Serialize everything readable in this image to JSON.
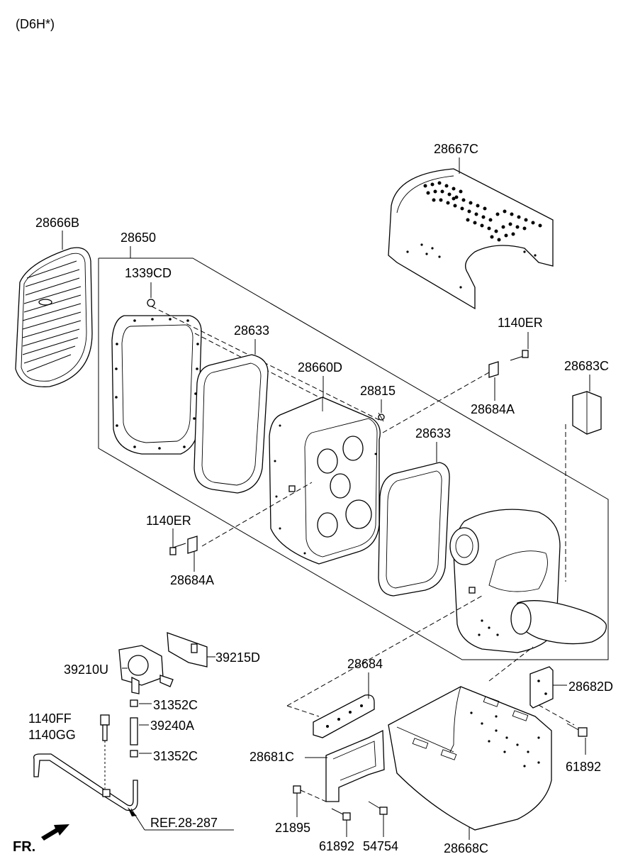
{
  "header": {
    "engine_code": "(D6H*)"
  },
  "labels": {
    "p28667C": "28667C",
    "p28666B": "28666B",
    "p28650": "28650",
    "p1339CD": "1339CD",
    "p28633a": "28633",
    "p28660D": "28660D",
    "p28815": "28815",
    "p1140ERa": "1140ER",
    "p28683C": "28683C",
    "p28684Aa": "28684A",
    "p28633b": "28633",
    "p1140ERb": "1140ER",
    "p28684Ab": "28684A",
    "p39215D": "39215D",
    "p39210U": "39210U",
    "p28684": "28684",
    "p28682D": "28682D",
    "p31352Ca": "31352C",
    "p1140FF": "1140FF",
    "p1140GG": "1140GG",
    "p39240A": "39240A",
    "p31352Cb": "31352C",
    "p61892a": "61892",
    "p28681C": "28681C",
    "p21895": "21895",
    "p61892b": "61892",
    "p54754": "54754",
    "p28668C": "28668C",
    "ref": "REF.28-287"
  },
  "direction": {
    "label": "FR."
  },
  "icons": {
    "fr_arrow": "fr-arrow-icon"
  }
}
